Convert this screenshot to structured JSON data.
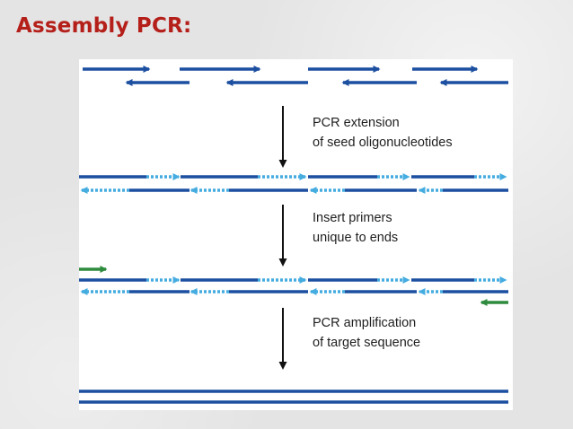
{
  "slide": {
    "title": "Assembly PCR:"
  },
  "steps": [
    {
      "line1": "PCR extension",
      "line2": "of seed oligonucleotides"
    },
    {
      "line1": "Insert primers",
      "line2": "unique to ends"
    },
    {
      "line1": "PCR amplification",
      "line2": "of target sequence"
    }
  ],
  "colors": {
    "title": "#b51f1a",
    "strand": "#1c4fa0",
    "extension": "#45ace0",
    "primer": "#2e8b3e",
    "arrow": "#111111"
  },
  "icons": {
    "step_arrow": "down-arrow-icon",
    "primer": "right-arrow-icon"
  }
}
